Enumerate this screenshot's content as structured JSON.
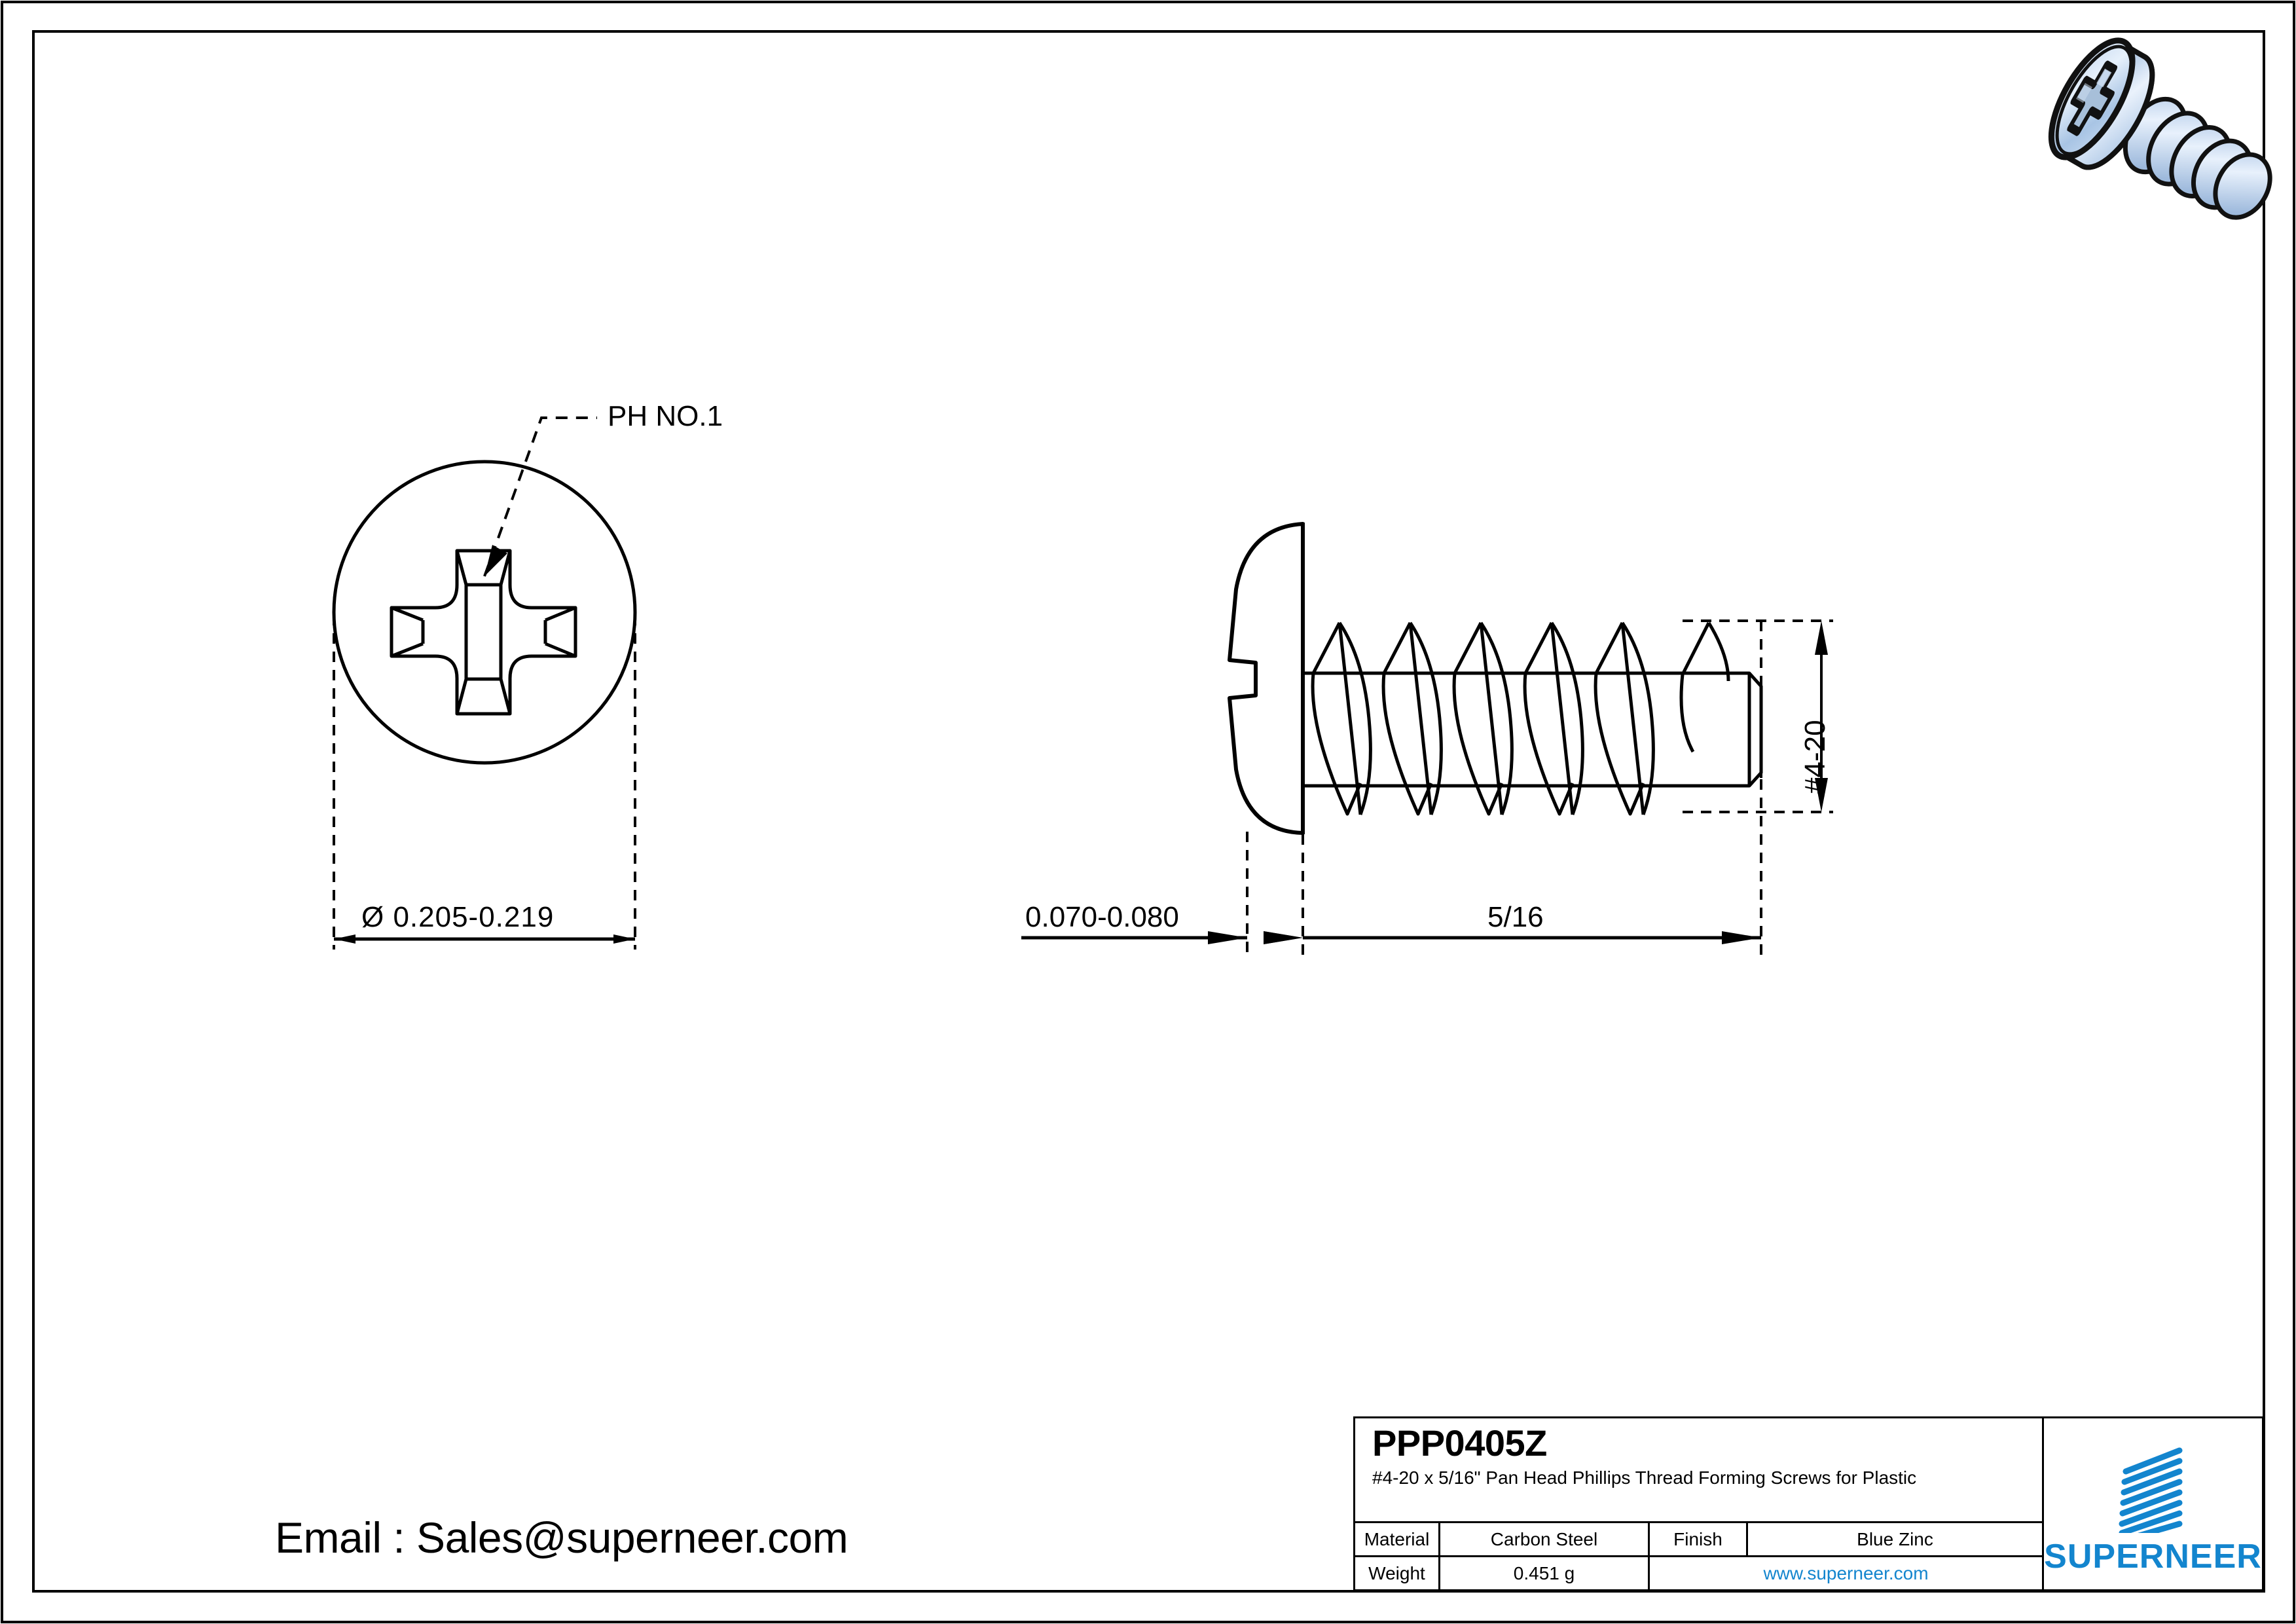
{
  "drawing": {
    "views": {
      "front": {
        "name": "head-end-view",
        "callout": "PH NO.1",
        "diameter_dim": "Ø  0.205-0.219"
      },
      "side": {
        "name": "side-profile-view",
        "head_height_dim": "0.070-0.080",
        "length_dim": "5/16",
        "thread_dim": "#4-20"
      }
    },
    "iso_view": {
      "name": "isometric-screw-render",
      "body_color": "#b5cdea",
      "highlight_color": "#dce9f7",
      "outline_color": "#000000"
    }
  },
  "contact": {
    "email_line": "Email : Sales@superneer.com"
  },
  "title_block": {
    "part_code": "PPP0405Z",
    "description": "#4-20 x 5/16\" Pan Head Phillips Thread Forming Screws for Plastic",
    "rows": [
      {
        "label": "Material",
        "value": "Carbon Steel",
        "label2": "Finish",
        "value2": "Blue Zinc"
      },
      {
        "label": "Weight",
        "value": "0.451 g",
        "url": "www.superneer.com"
      }
    ],
    "brand": {
      "name": "SUPERNEER",
      "color": "#1385ce",
      "stripe_count": 8
    }
  }
}
